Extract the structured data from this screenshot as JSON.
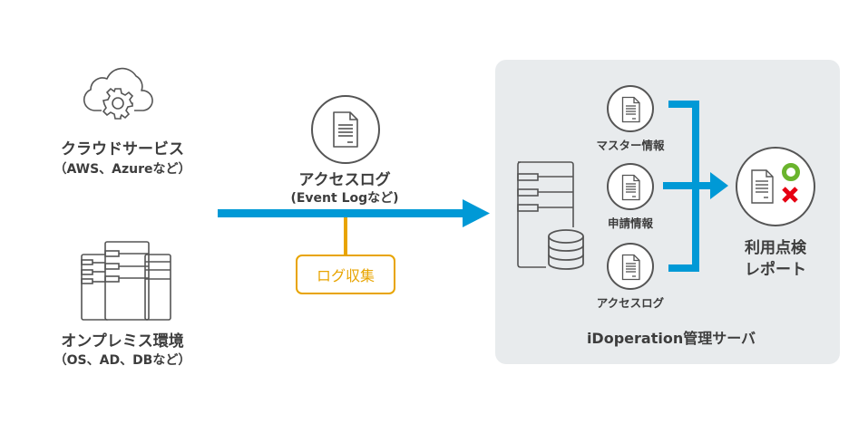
{
  "sources": {
    "cloud": {
      "title": "クラウドサービス",
      "subtitle": "（AWS、Azureなど）",
      "icon": "cloud-gear-icon"
    },
    "onprem": {
      "title": "オンプレミス環境",
      "subtitle": "（OS、AD、DBなど）",
      "icon": "server-rack-icon"
    }
  },
  "flow": {
    "log_title": "アクセスログ",
    "log_subtitle": "(Event Logなど)",
    "collect_label": "ログ収集",
    "icon": "document-icon"
  },
  "server": {
    "name": "iDoperation管理サーバ",
    "items": [
      {
        "label": "マスター情報",
        "icon": "document-icon"
      },
      {
        "label": "申請情報",
        "icon": "document-icon"
      },
      {
        "label": "アクセスログ",
        "icon": "document-icon"
      }
    ],
    "icon": "server-database-icon"
  },
  "output": {
    "line1": "利用点検",
    "line2": "レポート",
    "icon": "report-check-icon"
  },
  "colors": {
    "arrow_blue": "#0099d6",
    "collect_orange": "#e8a400",
    "ok_green": "#6ab42d",
    "ng_red": "#e60012",
    "panel_gray": "#e8ebed",
    "icon_stroke": "#555555"
  }
}
